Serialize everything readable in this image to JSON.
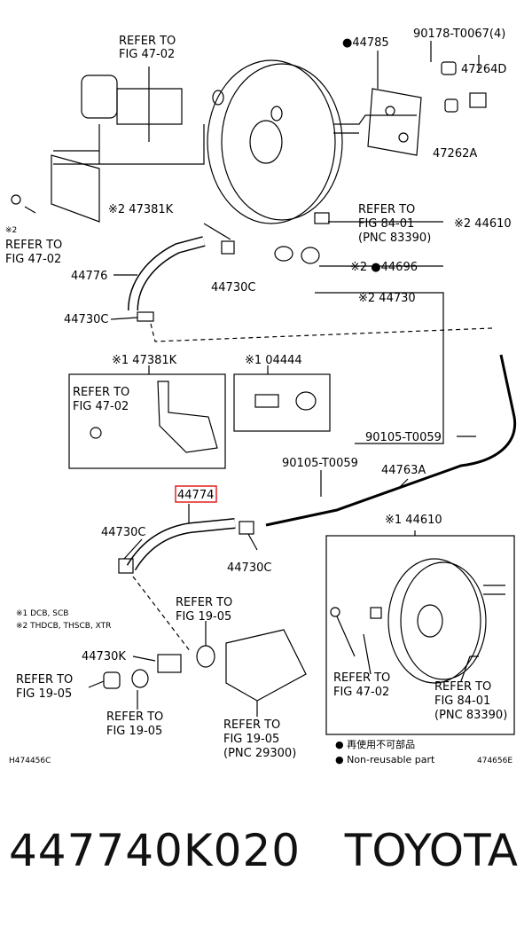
{
  "labels": {
    "refer_fig_47_02_top": [
      "REFER TO",
      "FIG 47-02"
    ],
    "bullet_44785": "●44785",
    "p_90178": "90178-T0067(4)",
    "p_47264D": "47264D",
    "p_47262A": "47262A",
    "refer_fig_84_01": [
      "REFER TO",
      "FIG 84-01",
      "(PNC 83390)"
    ],
    "p_44610": "※2 44610",
    "p_44696": "※2 ●44696",
    "p_44730": "※2 44730",
    "p_47381K": "※2 47381K",
    "refer_fig_47_02_left": [
      "※2",
      "REFER TO",
      "FIG 47-02"
    ],
    "p_44776": "44776",
    "p_44730C_a": "44730C",
    "p_44730C_b": "44730C",
    "box1_title": "※1 47381K",
    "box1_refer": [
      "REFER TO",
      "FIG 47-02"
    ],
    "box2_title": "※1 04444",
    "p_90105_a": "90105-T0059",
    "p_90105_b": "90105-T0059",
    "p_44763A": "44763A",
    "p_44774": "44774",
    "p_44730C_c": "44730C",
    "p_44730C_d": "44730C",
    "box3_title": "※1 44610",
    "notes": [
      "※1  DCB, SCB",
      "※2  THDCB, THSCB, XTR"
    ],
    "p_44730K": "44730K",
    "refer_19_05_a": [
      "REFER TO",
      "FIG 19-05"
    ],
    "refer_19_05_b": [
      "REFER TO",
      "FIG 19-05"
    ],
    "refer_19_05_c": [
      "REFER TO",
      "FIG 19-05"
    ],
    "refer_19_05_pnc": [
      "REFER TO",
      "FIG 19-05",
      "(PNC 29300)"
    ],
    "box3_refer_47_02": [
      "REFER TO",
      "FIG 47-02"
    ],
    "box3_refer_84_01": [
      "REFER TO",
      "FIG 84-01",
      "(PNC 83390)"
    ],
    "legend_jp": "● 再使用不可部品",
    "legend_en": "● Non-reusable part",
    "code_left": "H474456C",
    "code_right": "474656E"
  },
  "footer": {
    "part_number": "447740K020",
    "brand": "TOYOTA"
  },
  "colors": {
    "line": "#000000",
    "highlight": "#e02020",
    "background": "#ffffff"
  }
}
